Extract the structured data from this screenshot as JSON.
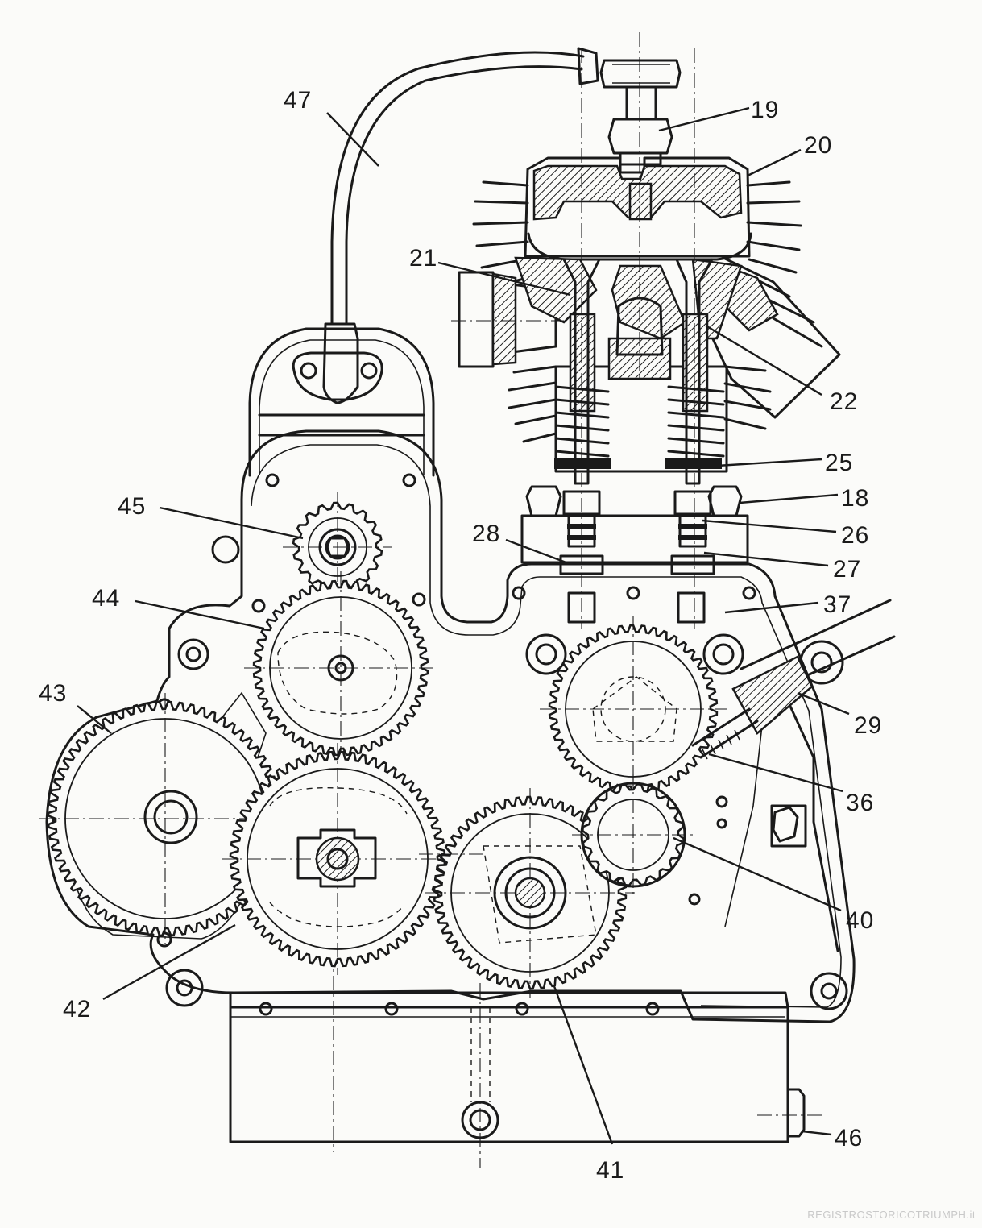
{
  "diagram": {
    "callouts": [
      {
        "id": "c19",
        "text": "19"
      },
      {
        "id": "c20",
        "text": "20"
      },
      {
        "id": "c21",
        "text": "21"
      },
      {
        "id": "c22",
        "text": "22"
      },
      {
        "id": "c25",
        "text": "25"
      },
      {
        "id": "c18",
        "text": "18"
      },
      {
        "id": "c26",
        "text": "26"
      },
      {
        "id": "c28",
        "text": "28"
      },
      {
        "id": "c27",
        "text": "27"
      },
      {
        "id": "c37",
        "text": "37"
      },
      {
        "id": "c29",
        "text": "29"
      },
      {
        "id": "c36",
        "text": "36"
      },
      {
        "id": "c40",
        "text": "40"
      },
      {
        "id": "c41",
        "text": "41"
      },
      {
        "id": "c42",
        "text": "42"
      },
      {
        "id": "c43",
        "text": "43"
      },
      {
        "id": "c44",
        "text": "44"
      },
      {
        "id": "c45",
        "text": "45"
      },
      {
        "id": "c46",
        "text": "46"
      },
      {
        "id": "c47",
        "text": "47"
      }
    ]
  },
  "watermark": "REGISTROSTORICOTRIUMPH.it"
}
